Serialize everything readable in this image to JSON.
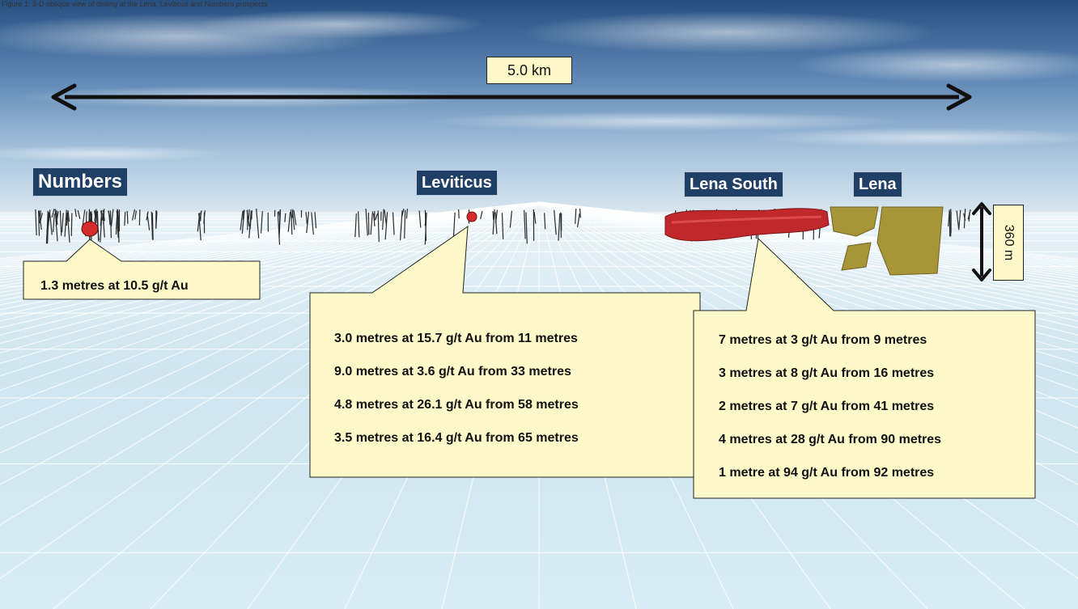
{
  "caption": "Figure 1: 3-D oblique view of drilling at the Lena, Leviticus and Numbers prospects",
  "distance": {
    "value": "5.0 km"
  },
  "depth": {
    "value": "360 m"
  },
  "prospects": {
    "numbers": "Numbers",
    "leviticus": "Leviticus",
    "lena_south": "Lena South",
    "lena": "Lena"
  },
  "callouts": {
    "numbers": [
      "1.3 metres at 10.5 g/t Au"
    ],
    "leviticus": [
      "3.0 metres at 15.7 g/t Au from 11 metres",
      "9.0 metres at 3.6 g/t  Au from 33 metres",
      "4.8 metres at 26.1 g/t Au from 58 metres",
      "3.5 metres at 16.4 g/t Au from 65 metres"
    ],
    "lena": [
      "7 metres at 3 g/t Au from 9 metres",
      "3 metres at 8 g/t Au from 16 metres",
      "2 metres at 7 g/t  Au from 41 metres",
      "4 metres at 28 g/t Au from 90 metres",
      "1 metre at 94 g/t Au from 92 metres"
    ]
  },
  "colors": {
    "sky_top": "#2f5b8a",
    "ground": "#d6ecf5",
    "orebody_red": "#c0282c",
    "orebody_gold": "#a89538",
    "label_bg": "#1f3f66",
    "callout_bg": "#fdf9c8"
  }
}
